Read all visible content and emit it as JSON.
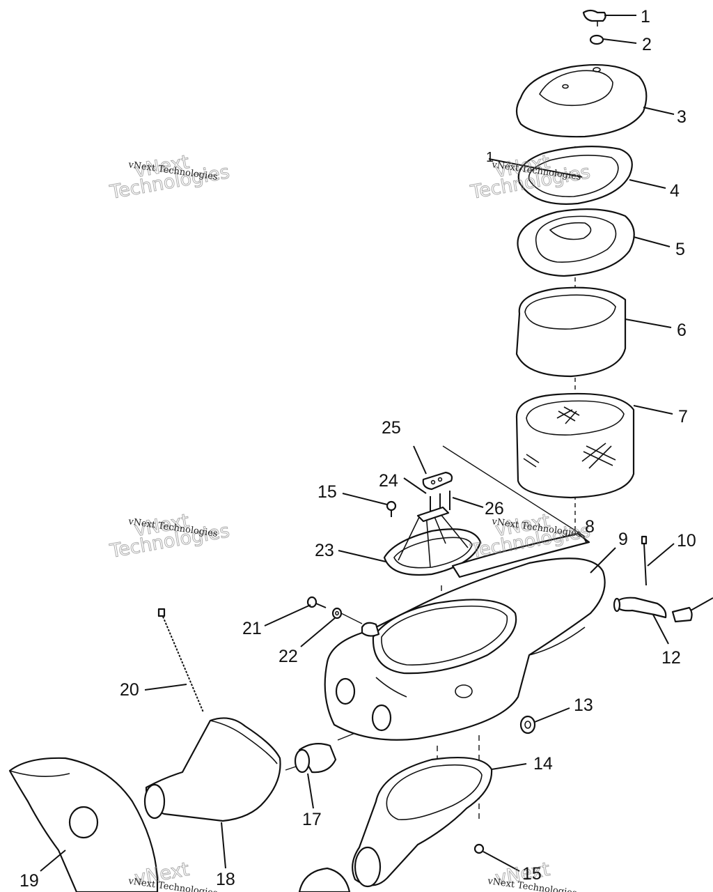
{
  "callouts": [
    "1",
    "2",
    "3",
    "4",
    "5",
    "6",
    "7",
    "8",
    "9",
    "10",
    "12",
    "13",
    "14",
    "15",
    "17",
    "18",
    "19",
    "20",
    "21",
    "22",
    "23",
    "24",
    "25",
    "26"
  ],
  "watermark": {
    "line1": "vNext",
    "line2": "Technologies",
    "small": "vNext Technologies"
  },
  "extra_labels": {
    "tag_1": "1",
    "bottom_15": "15"
  }
}
